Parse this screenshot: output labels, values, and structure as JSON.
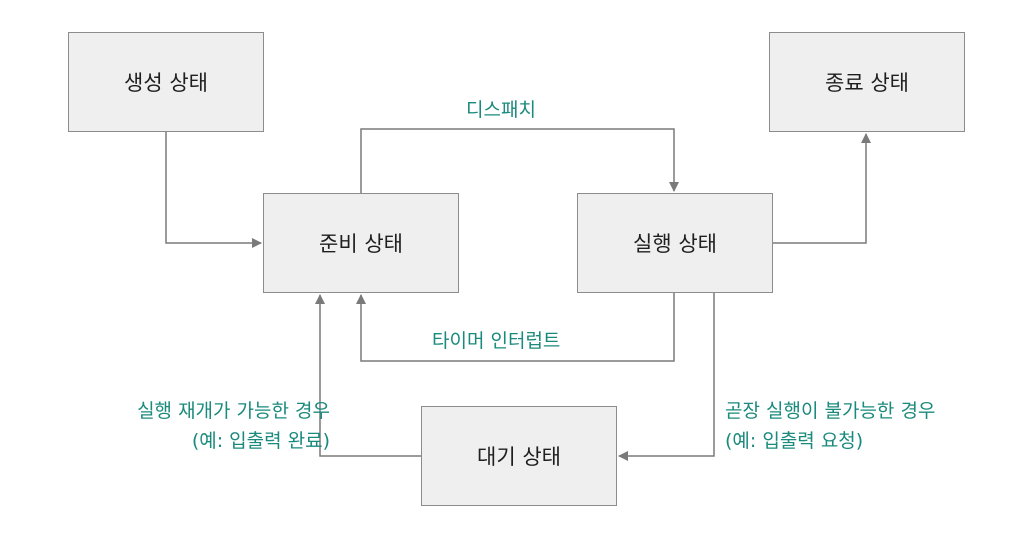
{
  "states": {
    "created": "생성 상태",
    "ready": "준비 상태",
    "running": "실행 상태",
    "finished": "종료 상태",
    "waiting": "대기 상태"
  },
  "transitions": {
    "dispatch": "디스패치",
    "timer_interrupt": "타이머 인터럽트",
    "resume_line1": "실행 재개가 가능한 경우",
    "resume_line2": "(예: 입출력 완료)",
    "block_line1": "곧장 실행이 불가능한 경우",
    "block_line2": "(예: 입출력 요청)"
  },
  "colors": {
    "box_fill": "#efefef",
    "box_border": "#8c8c8c",
    "arrow": "#7a7a7a",
    "label": "#1a8a7c"
  }
}
